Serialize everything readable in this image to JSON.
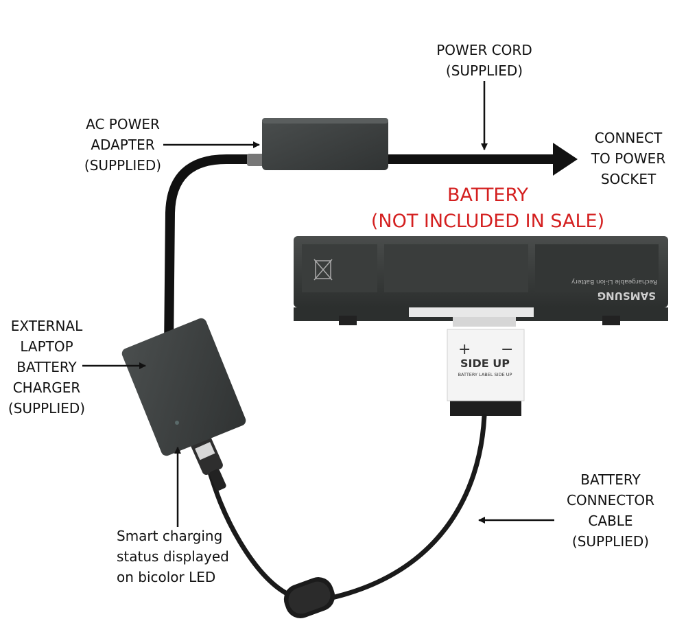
{
  "colors": {
    "label_text": "#111111",
    "battery_label": "#d42020",
    "device": "#3b3e3e",
    "cable": "#111111"
  },
  "labels": {
    "power_cord": [
      "POWER CORD",
      "(SUPPLIED)"
    ],
    "ac_adapter": [
      "AC POWER",
      "ADAPTER",
      "(SUPPLIED)"
    ],
    "connect": [
      "CONNECT",
      "TO POWER",
      "SOCKET"
    ],
    "battery": [
      "BATTERY",
      "(NOT INCLUDED IN SALE)"
    ],
    "charger": [
      "EXTERNAL",
      "LAPTOP",
      "BATTERY",
      "CHARGER",
      "(SUPPLIED)"
    ],
    "connector_cable": [
      "BATTERY",
      "CONNECTOR",
      "CABLE",
      "(SUPPLIED)"
    ],
    "led_note": [
      "Smart charging",
      "status displayed",
      "on bicolor LED"
    ]
  },
  "battery_print": {
    "brand": "SAMSUNG",
    "type": "Rechargeable Li-ion Battery"
  },
  "connector_print": {
    "plus": "+",
    "minus": "−",
    "side_up": "SIDE UP",
    "side_up_note": "BATTERY LABEL SIDE UP"
  }
}
